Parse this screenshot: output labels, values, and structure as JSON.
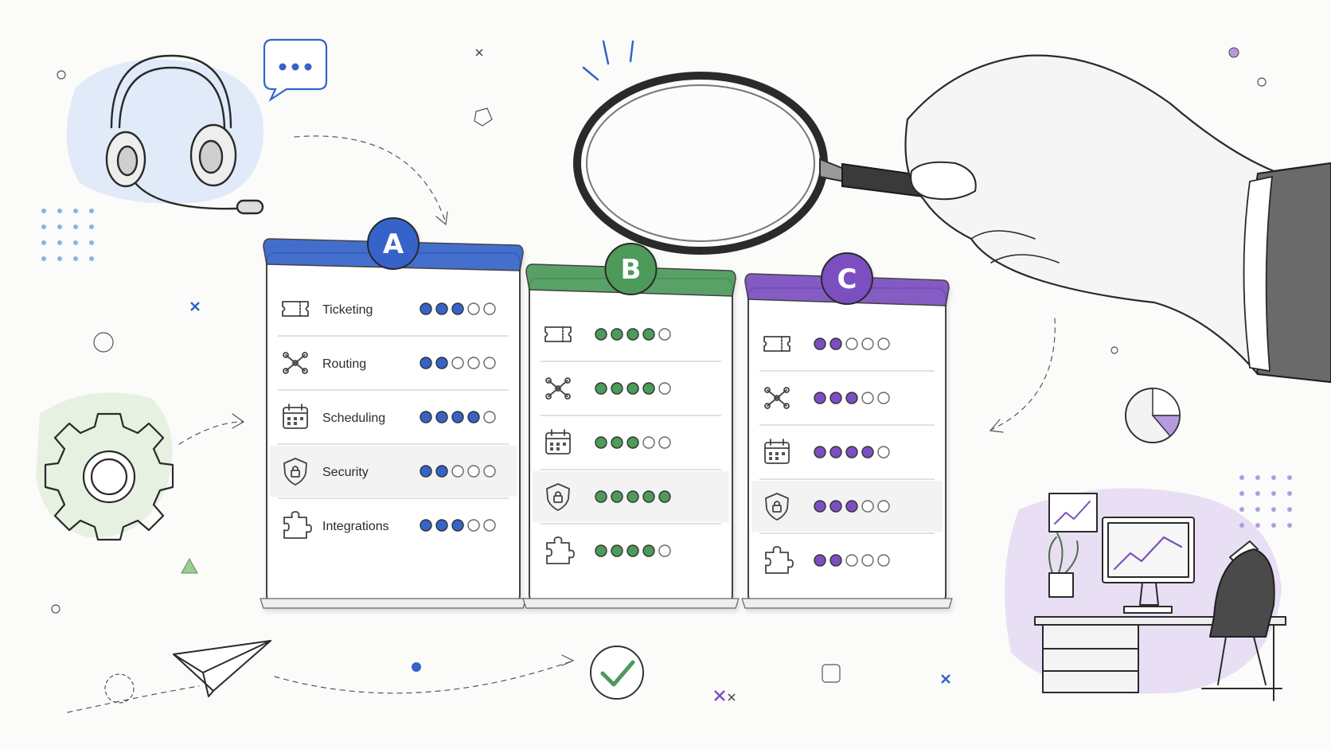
{
  "colors": {
    "vendor_a": "#3563c9",
    "vendor_b": "#4d9a5b",
    "vendor_c": "#7b4fc0",
    "empty_dot": "#ffffff",
    "card_bg": "#ffffff",
    "ink": "#2a2a2a"
  },
  "criteria": [
    {
      "label": "Ticketing",
      "icon": "ticket-icon"
    },
    {
      "label": "Routing",
      "icon": "routing-icon"
    },
    {
      "label": "Scheduling",
      "icon": "calendar-icon"
    },
    {
      "label": "Security",
      "icon": "shield-lock-icon"
    },
    {
      "label": "Integrations",
      "icon": "puzzle-icon"
    }
  ],
  "max_rating": 5,
  "vendors": [
    {
      "letter": "A",
      "color_key": "vendor_a",
      "ratings": [
        3,
        2,
        4,
        2,
        3
      ]
    },
    {
      "letter": "B",
      "color_key": "vendor_b",
      "ratings": [
        4,
        4,
        3,
        5,
        4
      ]
    },
    {
      "letter": "C",
      "color_key": "vendor_c",
      "ratings": [
        2,
        3,
        4,
        3,
        2
      ]
    }
  ]
}
